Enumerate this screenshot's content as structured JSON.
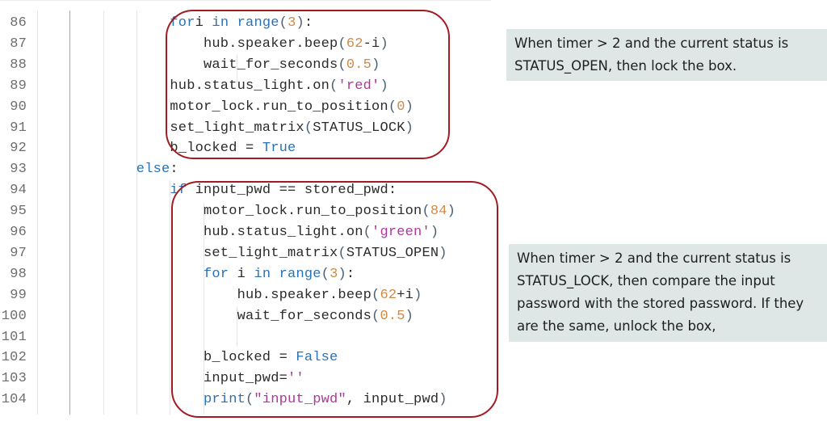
{
  "code": {
    "lines": [
      {
        "num": "86",
        "indent": 4,
        "tokens": [
          [
            "k",
            "for"
          ],
          [
            "",
            "i"
          ],
          [
            "k",
            " in"
          ],
          [
            "k",
            " range"
          ],
          [
            "p",
            "("
          ],
          [
            "n",
            "3"
          ],
          [
            "p",
            ")"
          ],
          [
            "",
            ":"
          ]
        ]
      },
      {
        "num": "87",
        "indent": 5,
        "tokens": [
          [
            "",
            "hub.speaker.beep"
          ],
          [
            "p",
            "("
          ],
          [
            "n",
            "62"
          ],
          [
            "",
            "-i"
          ],
          [
            "p",
            ")"
          ]
        ]
      },
      {
        "num": "88",
        "indent": 5,
        "tokens": [
          [
            "",
            "wait_for_seconds"
          ],
          [
            "p",
            "("
          ],
          [
            "n",
            "0.5"
          ],
          [
            "p",
            ")"
          ]
        ]
      },
      {
        "num": "89",
        "indent": 4,
        "tokens": [
          [
            "",
            "hub.status_light.on"
          ],
          [
            "p",
            "("
          ],
          [
            "s",
            "'red'"
          ],
          [
            "p",
            ")"
          ]
        ]
      },
      {
        "num": "90",
        "indent": 4,
        "tokens": [
          [
            "",
            "motor_lock.run_to_position"
          ],
          [
            "p",
            "("
          ],
          [
            "n",
            "0"
          ],
          [
            "p",
            ")"
          ]
        ]
      },
      {
        "num": "91",
        "indent": 4,
        "tokens": [
          [
            "",
            "set_light_matrix"
          ],
          [
            "p",
            "("
          ],
          [
            "",
            "STATUS_LOCK"
          ],
          [
            "p",
            ")"
          ]
        ]
      },
      {
        "num": "92",
        "indent": 4,
        "tokens": [
          [
            "",
            "b_locked = "
          ],
          [
            "k",
            "True"
          ]
        ]
      },
      {
        "num": "93",
        "indent": 3,
        "tokens": [
          [
            "k",
            "else"
          ],
          [
            "",
            ":"
          ]
        ]
      },
      {
        "num": "94",
        "indent": 4,
        "tokens": [
          [
            "k",
            "if"
          ],
          [
            "",
            " input_pwd == stored_pwd:"
          ]
        ]
      },
      {
        "num": "95",
        "indent": 5,
        "tokens": [
          [
            "",
            "motor_lock.run_to_position"
          ],
          [
            "p",
            "("
          ],
          [
            "n",
            "84"
          ],
          [
            "p",
            ")"
          ]
        ]
      },
      {
        "num": "96",
        "indent": 5,
        "tokens": [
          [
            "",
            "hub.status_light.on"
          ],
          [
            "p",
            "("
          ],
          [
            "s",
            "'green'"
          ],
          [
            "p",
            ")"
          ]
        ]
      },
      {
        "num": "97",
        "indent": 5,
        "tokens": [
          [
            "",
            "set_light_matrix"
          ],
          [
            "p",
            "("
          ],
          [
            "",
            "STATUS_OPEN"
          ],
          [
            "p",
            ")"
          ]
        ]
      },
      {
        "num": "98",
        "indent": 5,
        "tokens": [
          [
            "k",
            "for"
          ],
          [
            "",
            " i"
          ],
          [
            "k",
            " in"
          ],
          [
            "k",
            " range"
          ],
          [
            "p",
            "("
          ],
          [
            "n",
            "3"
          ],
          [
            "p",
            ")"
          ],
          [
            "",
            ":"
          ]
        ]
      },
      {
        "num": "99",
        "indent": 6,
        "tokens": [
          [
            "",
            "hub.speaker.beep"
          ],
          [
            "p",
            "("
          ],
          [
            "n",
            "62"
          ],
          [
            "",
            "+i"
          ],
          [
            "p",
            ")"
          ]
        ]
      },
      {
        "num": "100",
        "indent": 6,
        "tokens": [
          [
            "",
            "wait_for_seconds"
          ],
          [
            "p",
            "("
          ],
          [
            "n",
            "0.5"
          ],
          [
            "p",
            ")"
          ]
        ]
      },
      {
        "num": "101",
        "indent": 0,
        "tokens": []
      },
      {
        "num": "102",
        "indent": 5,
        "tokens": [
          [
            "",
            "b_locked = "
          ],
          [
            "k",
            "False"
          ]
        ]
      },
      {
        "num": "103",
        "indent": 5,
        "tokens": [
          [
            "",
            "input_pwd="
          ],
          [
            "s",
            "''"
          ]
        ]
      },
      {
        "num": "104",
        "indent": 5,
        "tokens": [
          [
            "k",
            "print"
          ],
          [
            "p",
            "("
          ],
          [
            "s",
            "\"input_pwd\""
          ],
          [
            "",
            ", input_pwd"
          ],
          [
            "p",
            ")"
          ]
        ]
      }
    ]
  },
  "notes": {
    "lock_note": "When timer > 2 and the current status is STATUS_OPEN, then lock the box.",
    "unlock_note": "When timer > 2 and the current status is STATUS_LOCK, then compare the input password with the stored password. If they are the same, unlock the box,"
  },
  "colors": {
    "highlight_border": "#a01c22",
    "note_bg": "#dfe6e6",
    "keyword": "#2a72b6",
    "number": "#cf8a45",
    "string": "#b0369e"
  }
}
